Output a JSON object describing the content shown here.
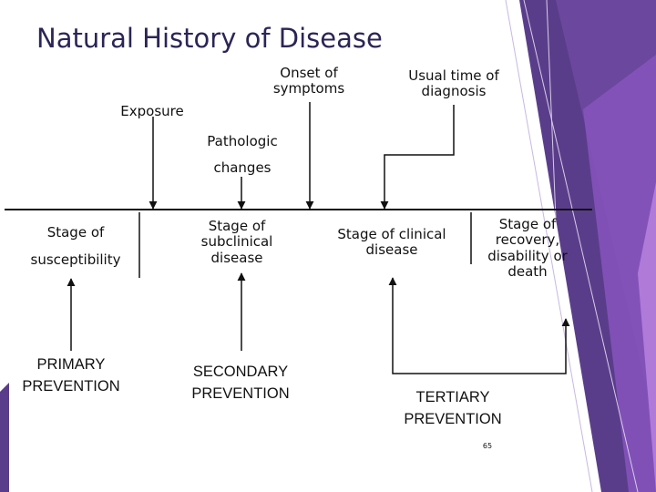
{
  "title": "Natural History of Disease",
  "events": {
    "onset": "Onset of symptoms",
    "diagnosis": "Usual time of diagnosis",
    "exposure": "Exposure",
    "pathologic_line1": "Pathologic",
    "pathologic_line2": "changes"
  },
  "stages": {
    "susceptibility_line1": "Stage of",
    "susceptibility_line2": "susceptibility",
    "subclinical": "Stage of subclinical disease",
    "clinical": "Stage of clinical disease",
    "recovery": "Stage of recovery, disability or death"
  },
  "prevention": {
    "primary": "PRIMARY PREVENTION",
    "secondary": "SECONDARY PREVENTION",
    "tertiary": "TERTIARY PREVENTION"
  },
  "slide_number": "65",
  "colors": {
    "title": "#2b2556",
    "accent_dark": "#4a3a78",
    "accent_purple": "#7b4fa8",
    "accent_light": "#a98fcf"
  }
}
